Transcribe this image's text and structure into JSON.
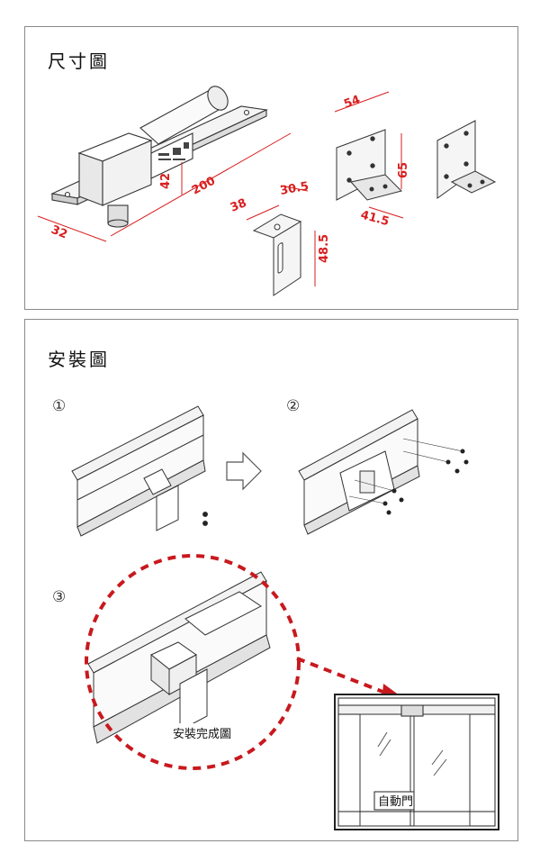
{
  "sections": {
    "dimensions": {
      "title": "尺寸圖"
    },
    "installation": {
      "title": "安裝圖"
    }
  },
  "dimensions": {
    "d200": "200",
    "d32": "32",
    "d42": "42",
    "d54": "54",
    "d65": "65",
    "d41_5": "41.5",
    "d38": "38",
    "d30_5": "30.5",
    "d48_5": "48.5"
  },
  "steps": {
    "s1": "①",
    "s2": "②",
    "s3": "③"
  },
  "labels": {
    "installed": "安裝完成圖",
    "auto_door": "自動門"
  },
  "colors": {
    "dimension": "#d81e1e",
    "callout": "#c8191e",
    "line": "#333333"
  }
}
